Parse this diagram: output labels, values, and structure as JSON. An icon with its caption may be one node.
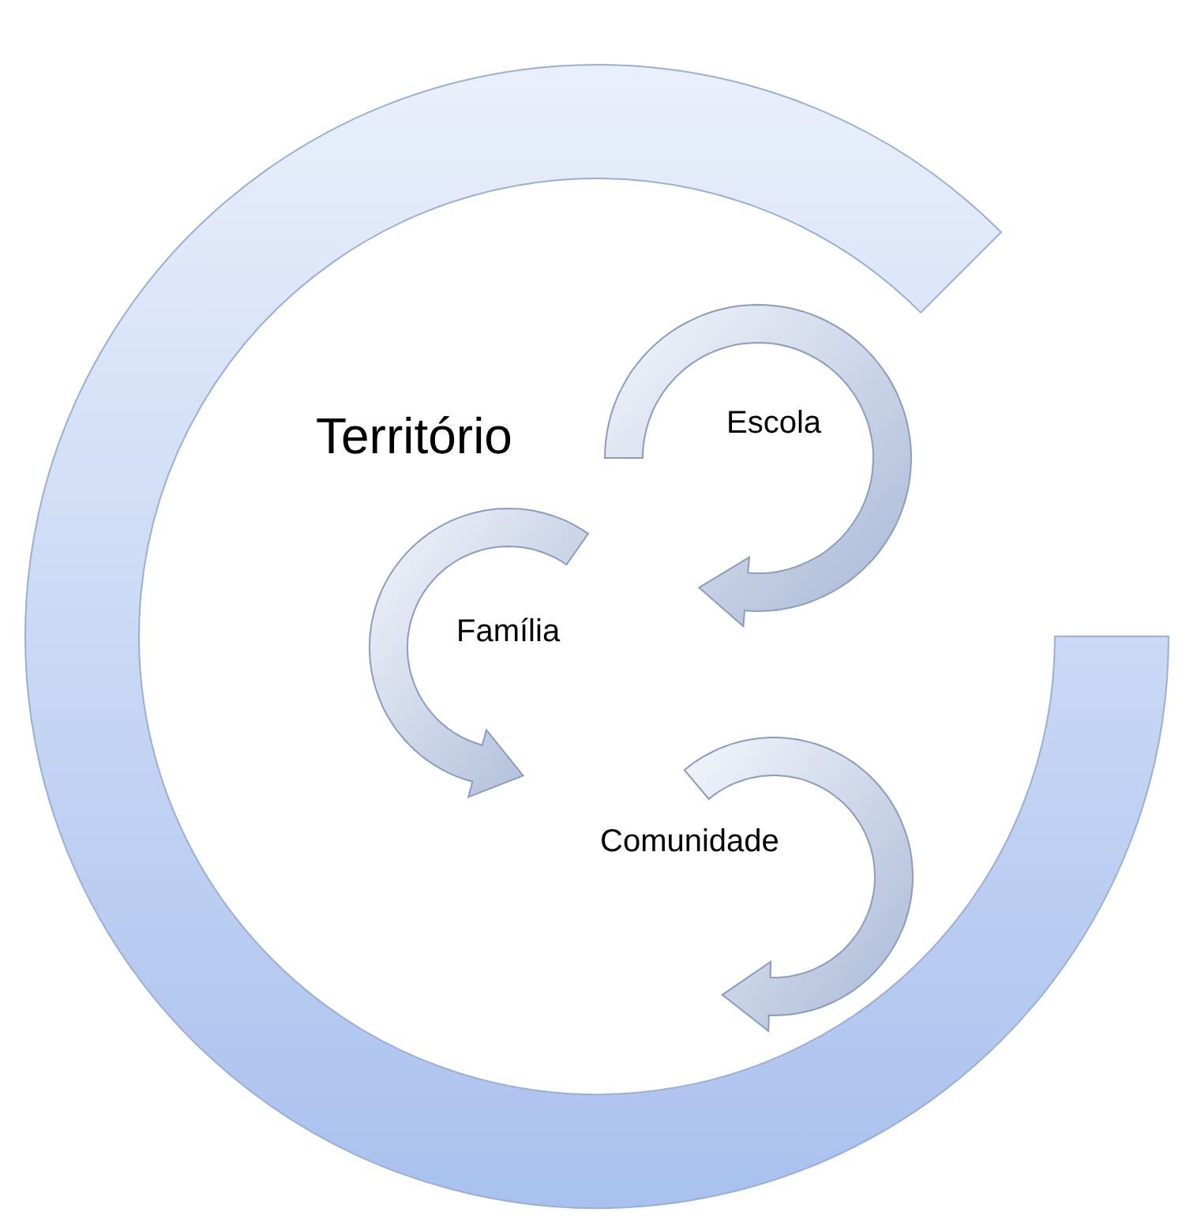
{
  "diagram": {
    "nodes": [
      {
        "text": [
          "Território"
        ]
      },
      {
        "text": [
          "Escola"
        ],
        "in": 0
      },
      {
        "text": [
          "Família"
        ],
        "in": 0
      },
      {
        "text": [
          "Comunidade"
        ],
        "in": 0
      }
    ]
  }
}
